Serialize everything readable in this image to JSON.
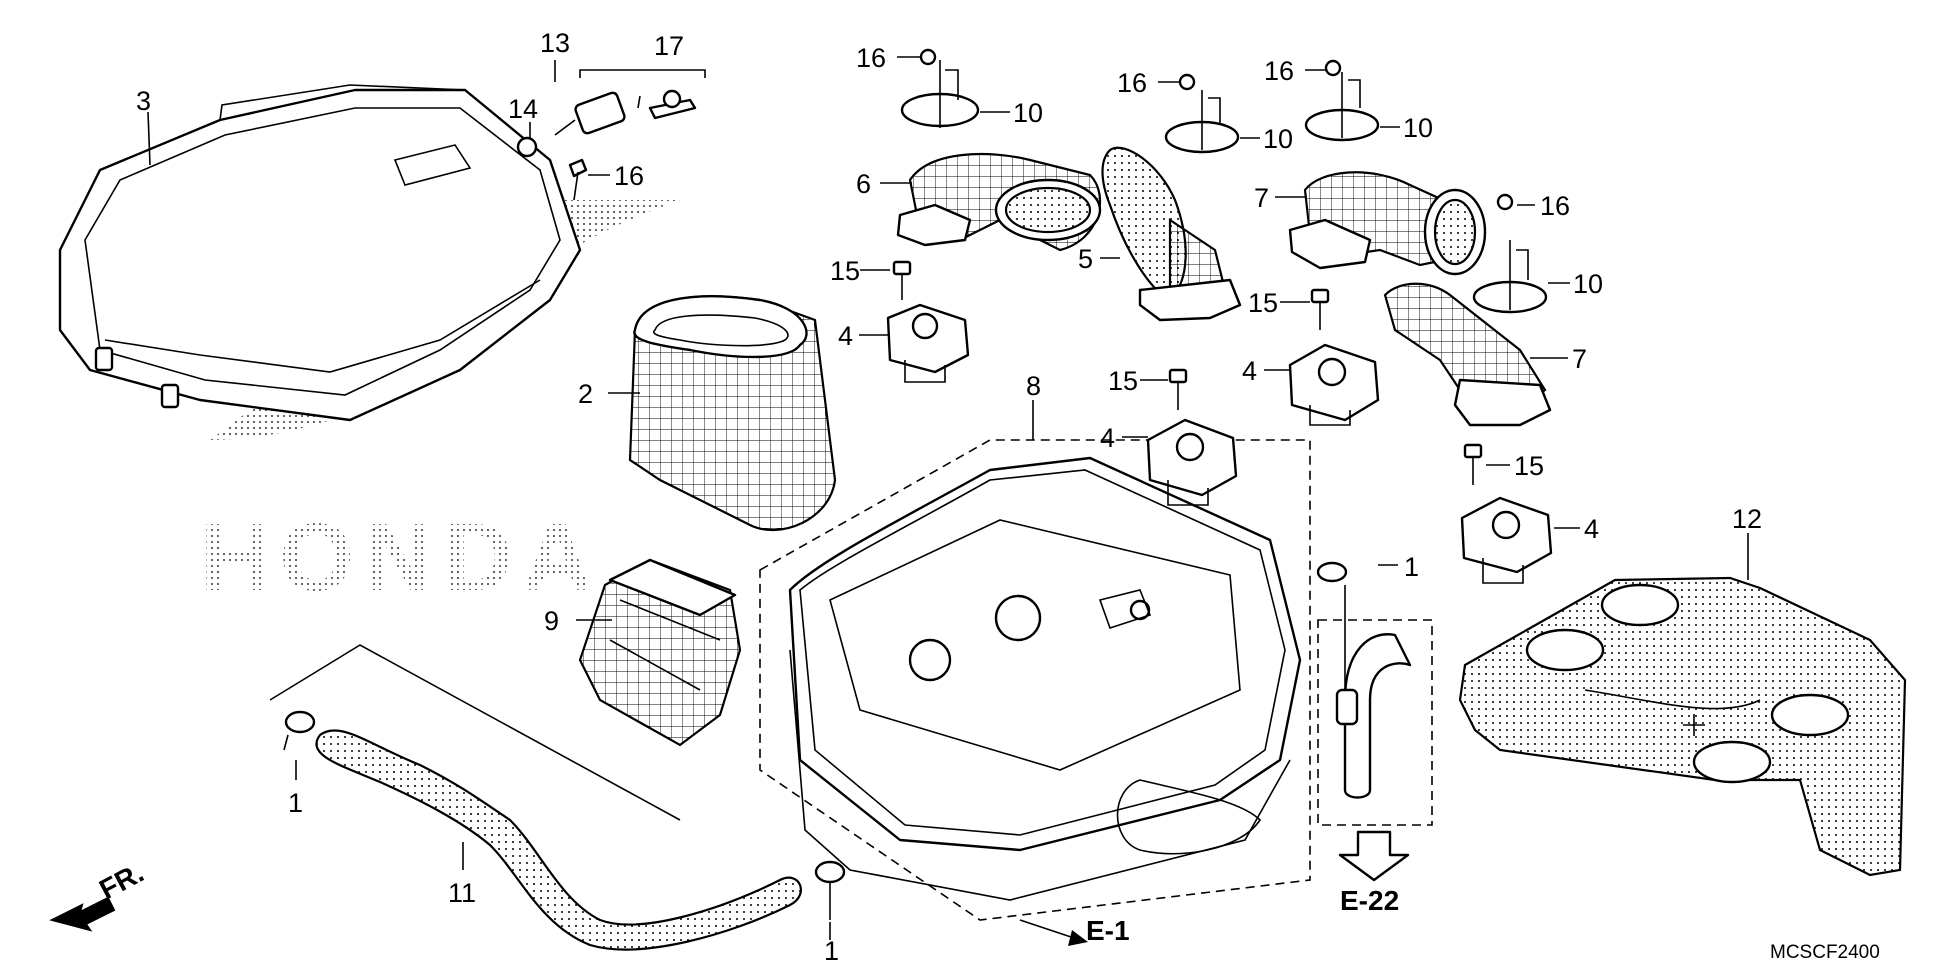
{
  "figure_code": "MCSCF2400",
  "watermark": "HONDA",
  "direction_marker": "FR.",
  "references": {
    "e1": "E-1",
    "e22": "E-22"
  },
  "callouts": {
    "c1a": "1",
    "c1b": "1",
    "c1c": "1",
    "c2": "2",
    "c3": "3",
    "c4a": "4",
    "c4b": "4",
    "c4c": "4",
    "c4d": "4",
    "c5": "5",
    "c6": "6",
    "c7a": "7",
    "c7b": "7",
    "c8": "8",
    "c9": "9",
    "c10a": "10",
    "c10b": "10",
    "c10c": "10",
    "c10d": "10",
    "c11": "11",
    "c12": "12",
    "c13": "13",
    "c14": "14",
    "c15a": "15",
    "c15b": "15",
    "c15c": "15",
    "c15d": "15",
    "c16a": "16",
    "c16b": "16",
    "c16c": "16",
    "c16d": "16",
    "c16e": "16",
    "c17": "17"
  }
}
